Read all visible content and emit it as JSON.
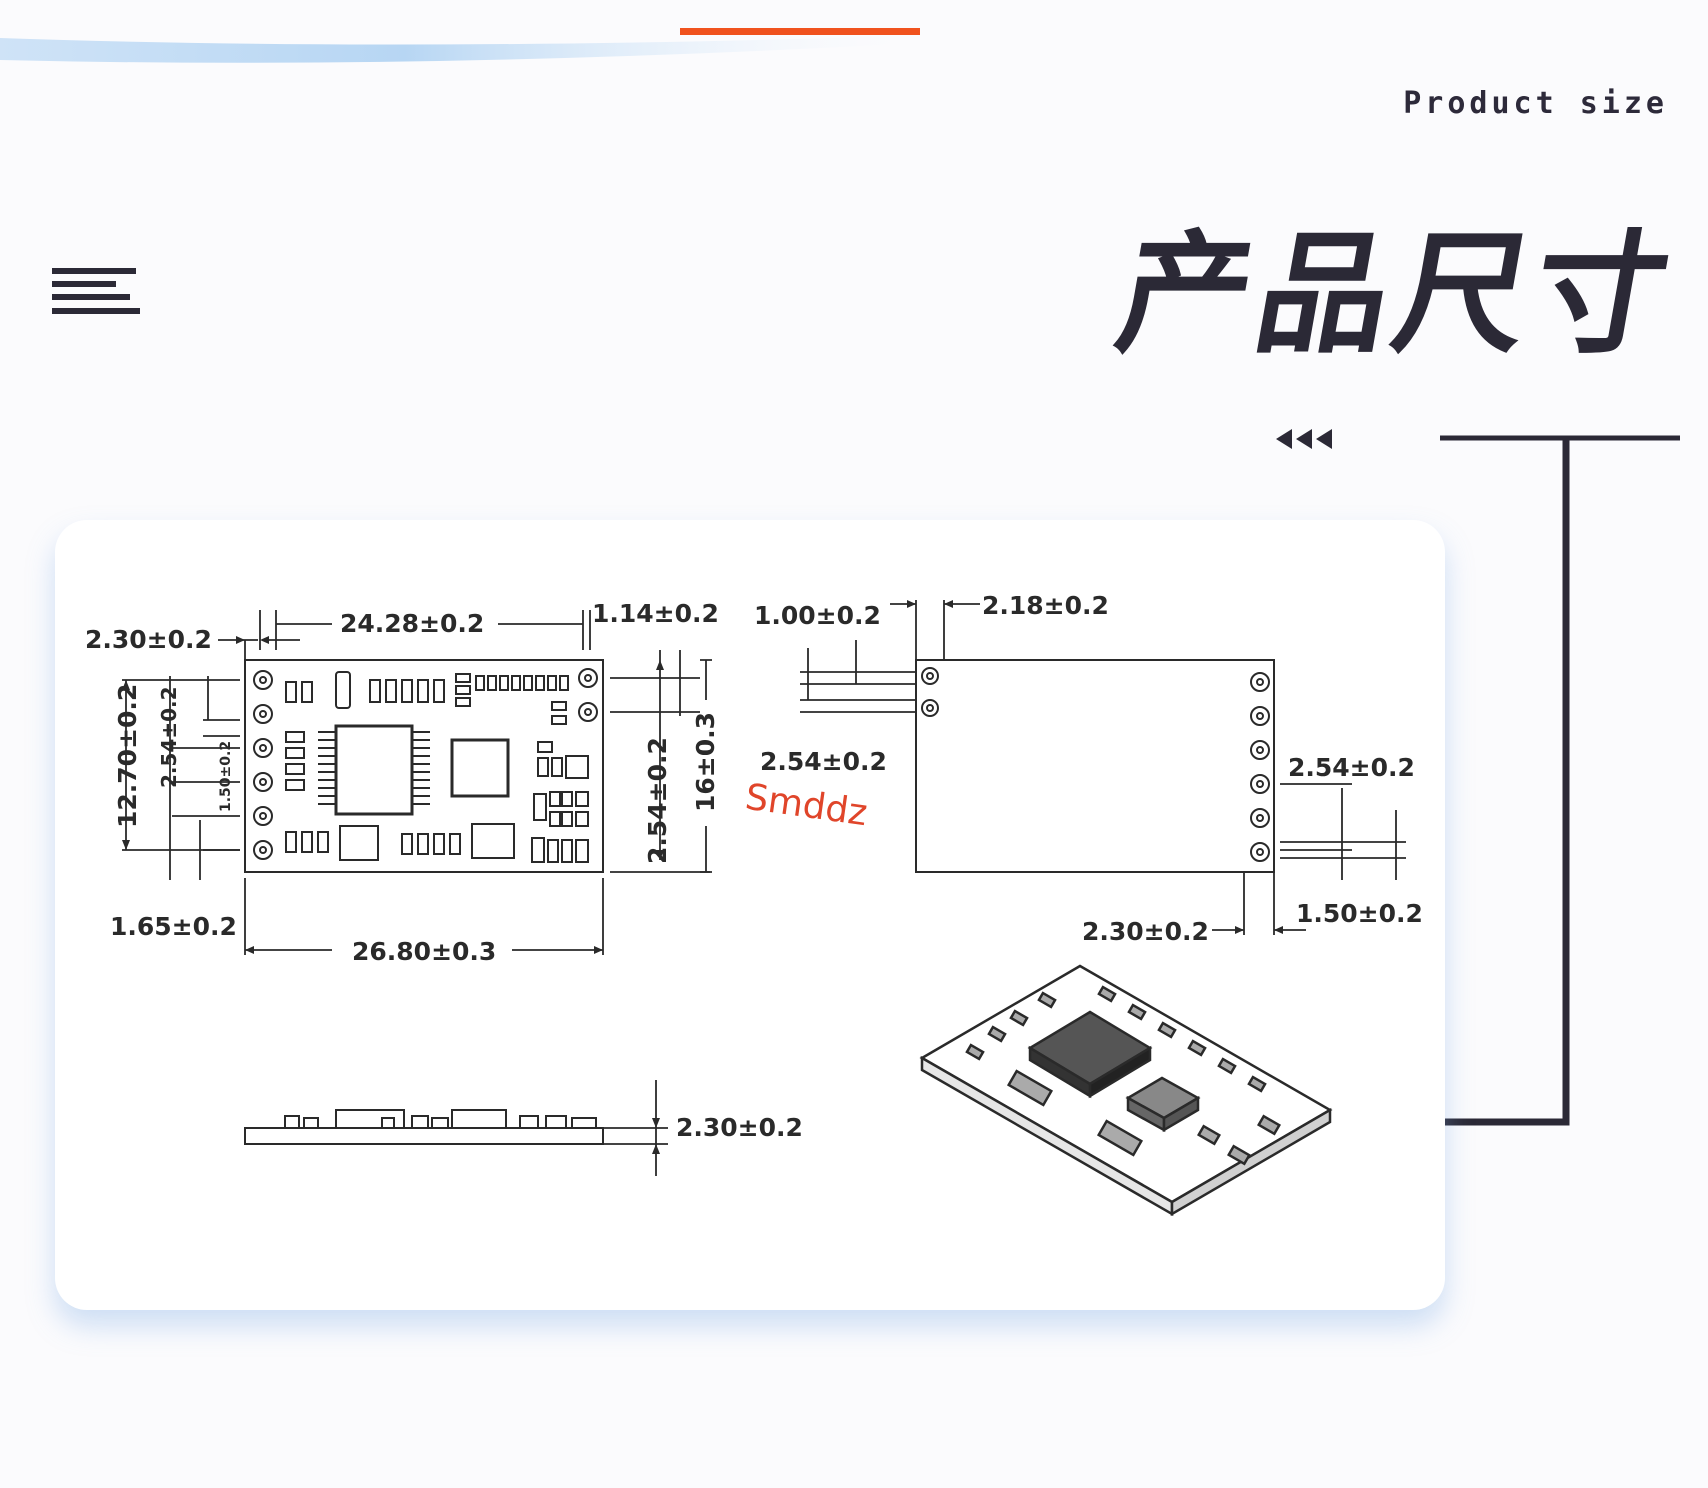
{
  "header": {
    "subtitle": "Product size",
    "title": "产品尺寸"
  },
  "watermark": "Smddz",
  "colors": {
    "accent": "#f0521e",
    "ink": "#2b2936",
    "card_shadow": "#b4d4f4",
    "watermark": "#e0452a"
  },
  "icons": {
    "menu": "menu-lines-icon",
    "arrows": "triple-left-arrow-icon"
  },
  "dimensions": {
    "top_view": {
      "pin_offset": "2.30±0.2",
      "pin_span": "24.28±0.2",
      "edge_offset": "1.14±0.2",
      "pin_height_span": "12.70±0.2",
      "pin_pitch_left": "2.54±0.2",
      "pad_small": "1.50±0.2",
      "pad_bottom": "1.65±0.2",
      "pin_pitch_right": "2.54±0.2",
      "board_height": "16±0.3",
      "board_length": "26.80±0.3"
    },
    "bottom_view": {
      "pad_width": "1.00±0.2",
      "pad_length": "2.18±0.2",
      "pitch_left": "2.54±0.2",
      "pitch_right": "2.54±0.2",
      "pad_gap": "1.50±0.2",
      "edge_offset": "2.30±0.2"
    },
    "side_view": {
      "thickness": "2.30±0.2"
    }
  }
}
